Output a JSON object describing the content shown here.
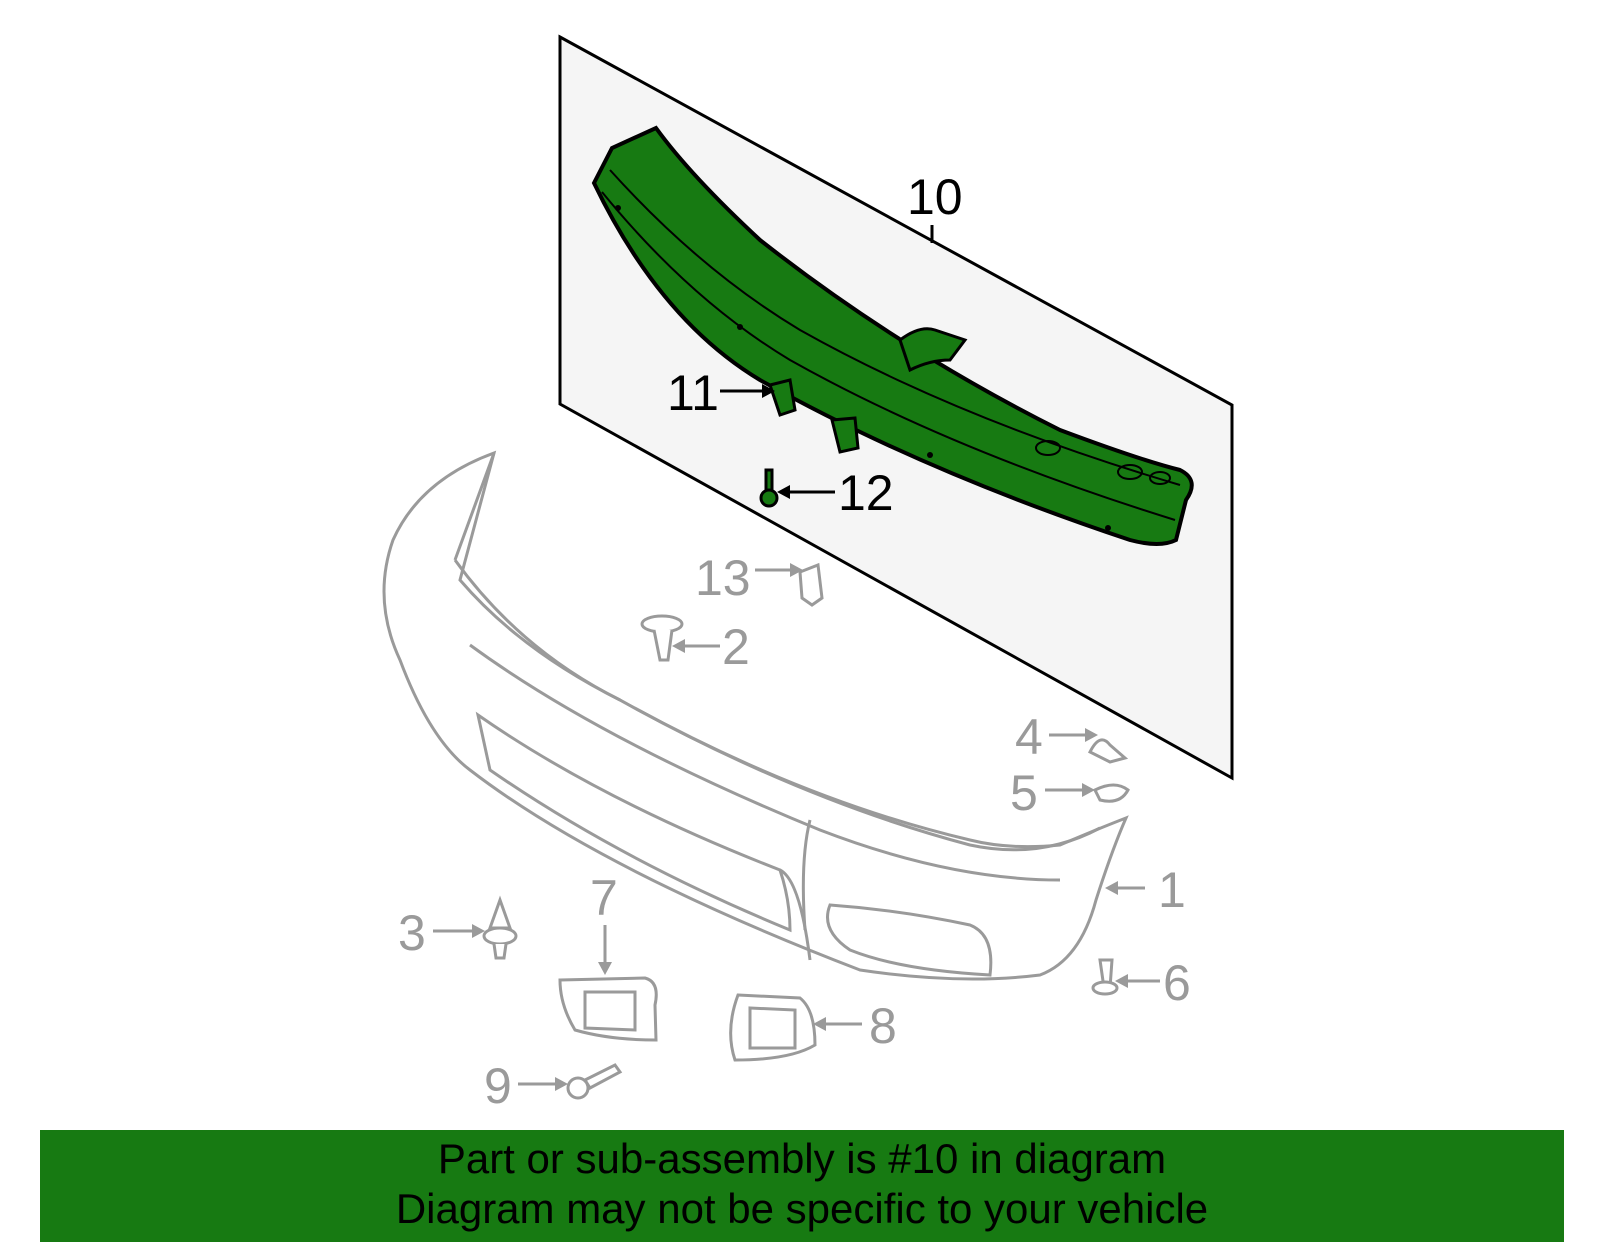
{
  "diagram": {
    "highlight_color": "#177a12",
    "dim_color": "#9a9a9a",
    "callouts": {
      "c1": "1",
      "c2": "2",
      "c3": "3",
      "c4": "4",
      "c5": "5",
      "c6": "6",
      "c7": "7",
      "c8": "8",
      "c9": "9",
      "c10": "10",
      "c11": "11",
      "c12": "12",
      "c13": "13"
    }
  },
  "banner": {
    "line1": "Part or sub-assembly is #10 in diagram",
    "line2": "Diagram may not be specific to your vehicle"
  }
}
